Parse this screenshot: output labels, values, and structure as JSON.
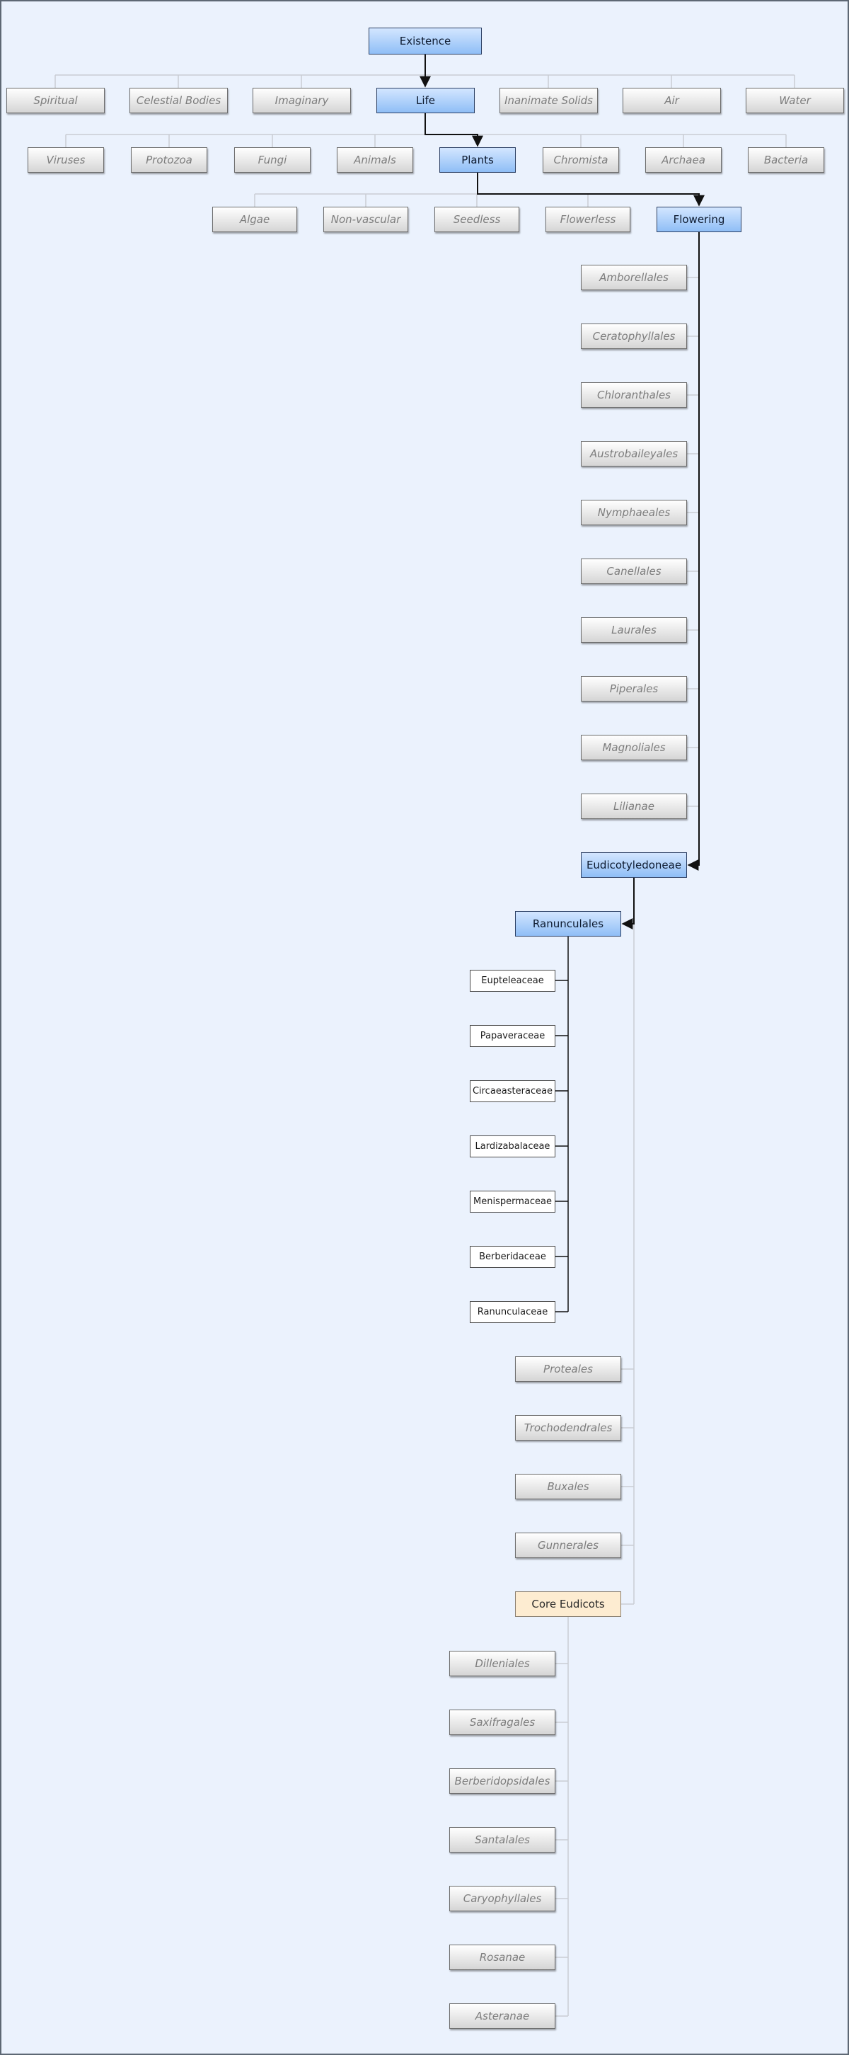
{
  "diagram": {
    "root": "Existence",
    "level1": [
      "Spiritual",
      "Celestial Bodies",
      "Imaginary",
      "Life",
      "Inanimate Solids",
      "Air",
      "Water"
    ],
    "level2": [
      "Viruses",
      "Protozoa",
      "Fungi",
      "Animals",
      "Plants",
      "Chromista",
      "Archaea",
      "Bacteria"
    ],
    "level3": [
      "Algae",
      "Non-vascular",
      "Seedless",
      "Flowerless",
      "Flowering"
    ],
    "flowering_orders": [
      "Amborellales",
      "Ceratophyllales",
      "Chloranthales",
      "Austrobaileyales",
      "Nymphaeales",
      "Canellales",
      "Laurales",
      "Piperales",
      "Magnoliales",
      "Lilianae",
      "Eudicotyledoneae"
    ],
    "eudicot_children": [
      "Ranunculales",
      "Proteales",
      "Trochodendrales",
      "Buxales",
      "Gunnerales",
      "Core Eudicots"
    ],
    "ranunculales_families": [
      "Eupteleaceae",
      "Papaveraceae",
      "Circaeasteraceae",
      "Lardizabalaceae",
      "Menispermaceae",
      "Berberidaceae",
      "Ranunculaceae"
    ],
    "core_eudicot_orders": [
      "Dilleniales",
      "Saxifragales",
      "Berberidopsidales",
      "Santalales",
      "Caryophyllales",
      "Rosanae",
      "Asteranae"
    ],
    "highlighted_path": [
      "Existence",
      "Life",
      "Plants",
      "Flowering",
      "Eudicotyledoneae",
      "Ranunculales"
    ],
    "colors": {
      "background": "#ebf2fd",
      "path_fill_top": "#d3e6ff",
      "path_fill_bottom": "#8fbef6",
      "dim_fill_bottom": "#d5d5d5",
      "core_fill": "#fdecd1",
      "connector_light": "#c9cdd3",
      "connector_dark": "#111111"
    }
  }
}
